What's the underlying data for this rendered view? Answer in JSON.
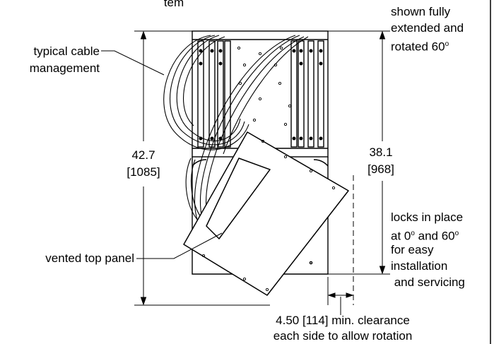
{
  "top_fragment": "tem",
  "notes": {
    "rotation_line1": "shown fully",
    "rotation_line2": "extended and",
    "rotation_line3_prefix": "rotated 60",
    "cable_line1": "typical cable",
    "cable_line2": "management",
    "locks_line1": "locks in place",
    "locks_line2_a": "at 0",
    "locks_line2_b": " and 60",
    "locks_line3": "for easy",
    "locks_line4": "installation",
    "locks_line5": " and servicing",
    "vented_panel": "vented top panel",
    "clearance_line1": "4.50 [114] min. clearance",
    "clearance_line2": "each side to allow rotation"
  },
  "dimensions": {
    "overall_height_in": "42.7",
    "overall_height_mm": "[1085]",
    "rack_height_in": "38.1",
    "rack_height_mm": "[968]"
  },
  "degree_symbol": "o"
}
